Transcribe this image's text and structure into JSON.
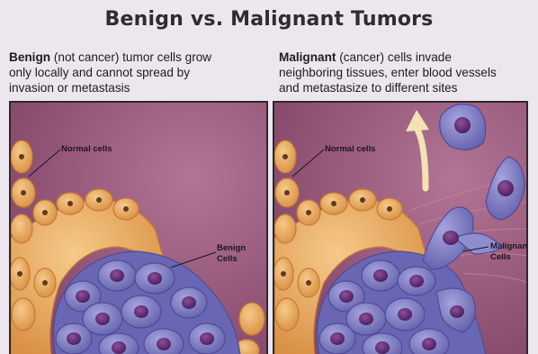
{
  "title": "Benign vs. Malignant Tumors",
  "benign": {
    "caption_bold": "Benign",
    "caption_line1_rest": " (not cancer) tumor cells grow",
    "caption_line2": "only locally and cannot spread by",
    "caption_line3": "invasion or metastasis",
    "label_normal": "Normal cells",
    "label_tumor_line1": "Benign",
    "label_tumor_line2": "Cells"
  },
  "malignant": {
    "caption_bold": "Malignant",
    "caption_line1_rest": " (cancer) cells invade",
    "caption_line2": "neighboring tissues, enter blood vessels",
    "caption_line3": "and metastasize to different sites",
    "label_normal": "Normal cells",
    "label_tumor_line1": "Malignant",
    "label_tumor_line2": "Cells"
  },
  "colors": {
    "background": "#ece6ef",
    "tissue": "#9b5a7c",
    "normal_cell": "#e8ad63",
    "tumor_cell": "#7a79c4",
    "nucleus": "#5a2a6e",
    "arrow": "#f3e2b2"
  }
}
